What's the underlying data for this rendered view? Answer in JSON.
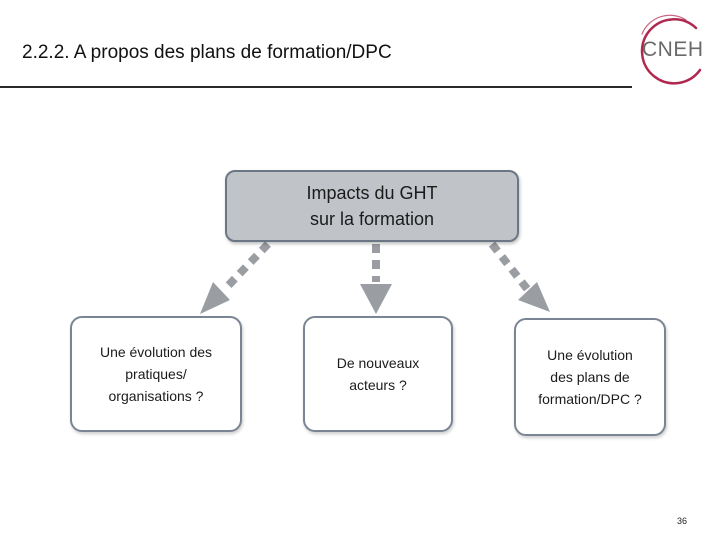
{
  "header": {
    "title": "2.2.2. A propos des plans de formation/DPC",
    "logo_text": "CNEH"
  },
  "diagram": {
    "center": "Impacts du GHT\nsur la formation",
    "left": "Une évolution des\npratiques/\norganisations ?",
    "middle": "De nouveaux\nacteurs ?",
    "right": "Une évolution\ndes plans de\nformation/DPC ?"
  },
  "footer": {
    "page_number": "36"
  },
  "colors": {
    "center_fill": "#c0c4c9",
    "box_border": "#7a8594",
    "arrow": "#9a9da2",
    "logo_arc": "#b0284f"
  }
}
